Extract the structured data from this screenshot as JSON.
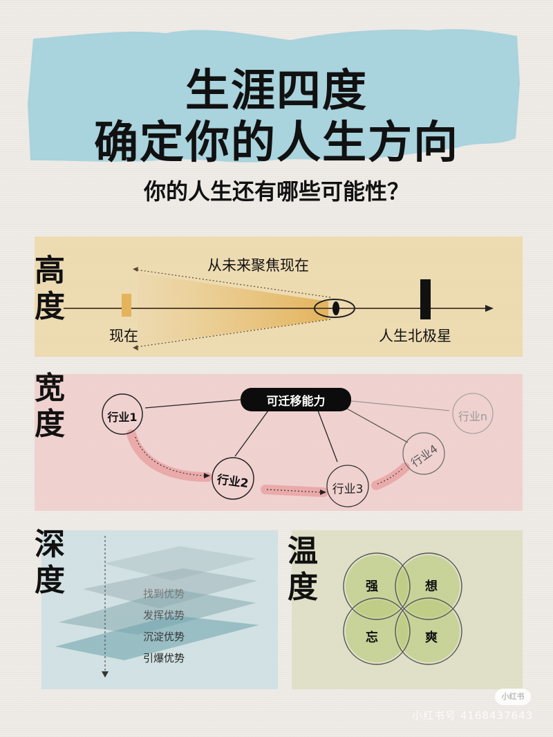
{
  "header": {
    "title_line1": "生涯四度",
    "title_line2": "确定你的人生方向",
    "subtitle": "你的人生还有哪些可能性？"
  },
  "colors": {
    "title_banner": "#a9d3dd",
    "height_panel": "#ecd6a0",
    "width_panel": "#f0c4c4",
    "depth_panel": "#c8dee2",
    "warmth_panel": "#dadcbc",
    "warmth_circle": "#b9c97a",
    "text": "#111111"
  },
  "sections": {
    "height": {
      "label": "高度",
      "focus_caption": "从未来聚焦现在",
      "now_label": "现在",
      "north_star_label": "人生北极星"
    },
    "width": {
      "label": "宽度",
      "hub_label": "可迁移能力",
      "industries": [
        "行业1",
        "行业2",
        "行业3",
        "行业4",
        "行业n"
      ]
    },
    "depth": {
      "label": "深度",
      "layers": [
        "找到优势",
        "发挥优势",
        "沉淀优势",
        "引爆优势"
      ]
    },
    "warmth": {
      "label": "温度",
      "circles": [
        "强",
        "想",
        "忘",
        "爽"
      ]
    }
  },
  "watermark": {
    "badge": "小红书",
    "id_text": "小红书号 4168437643"
  }
}
